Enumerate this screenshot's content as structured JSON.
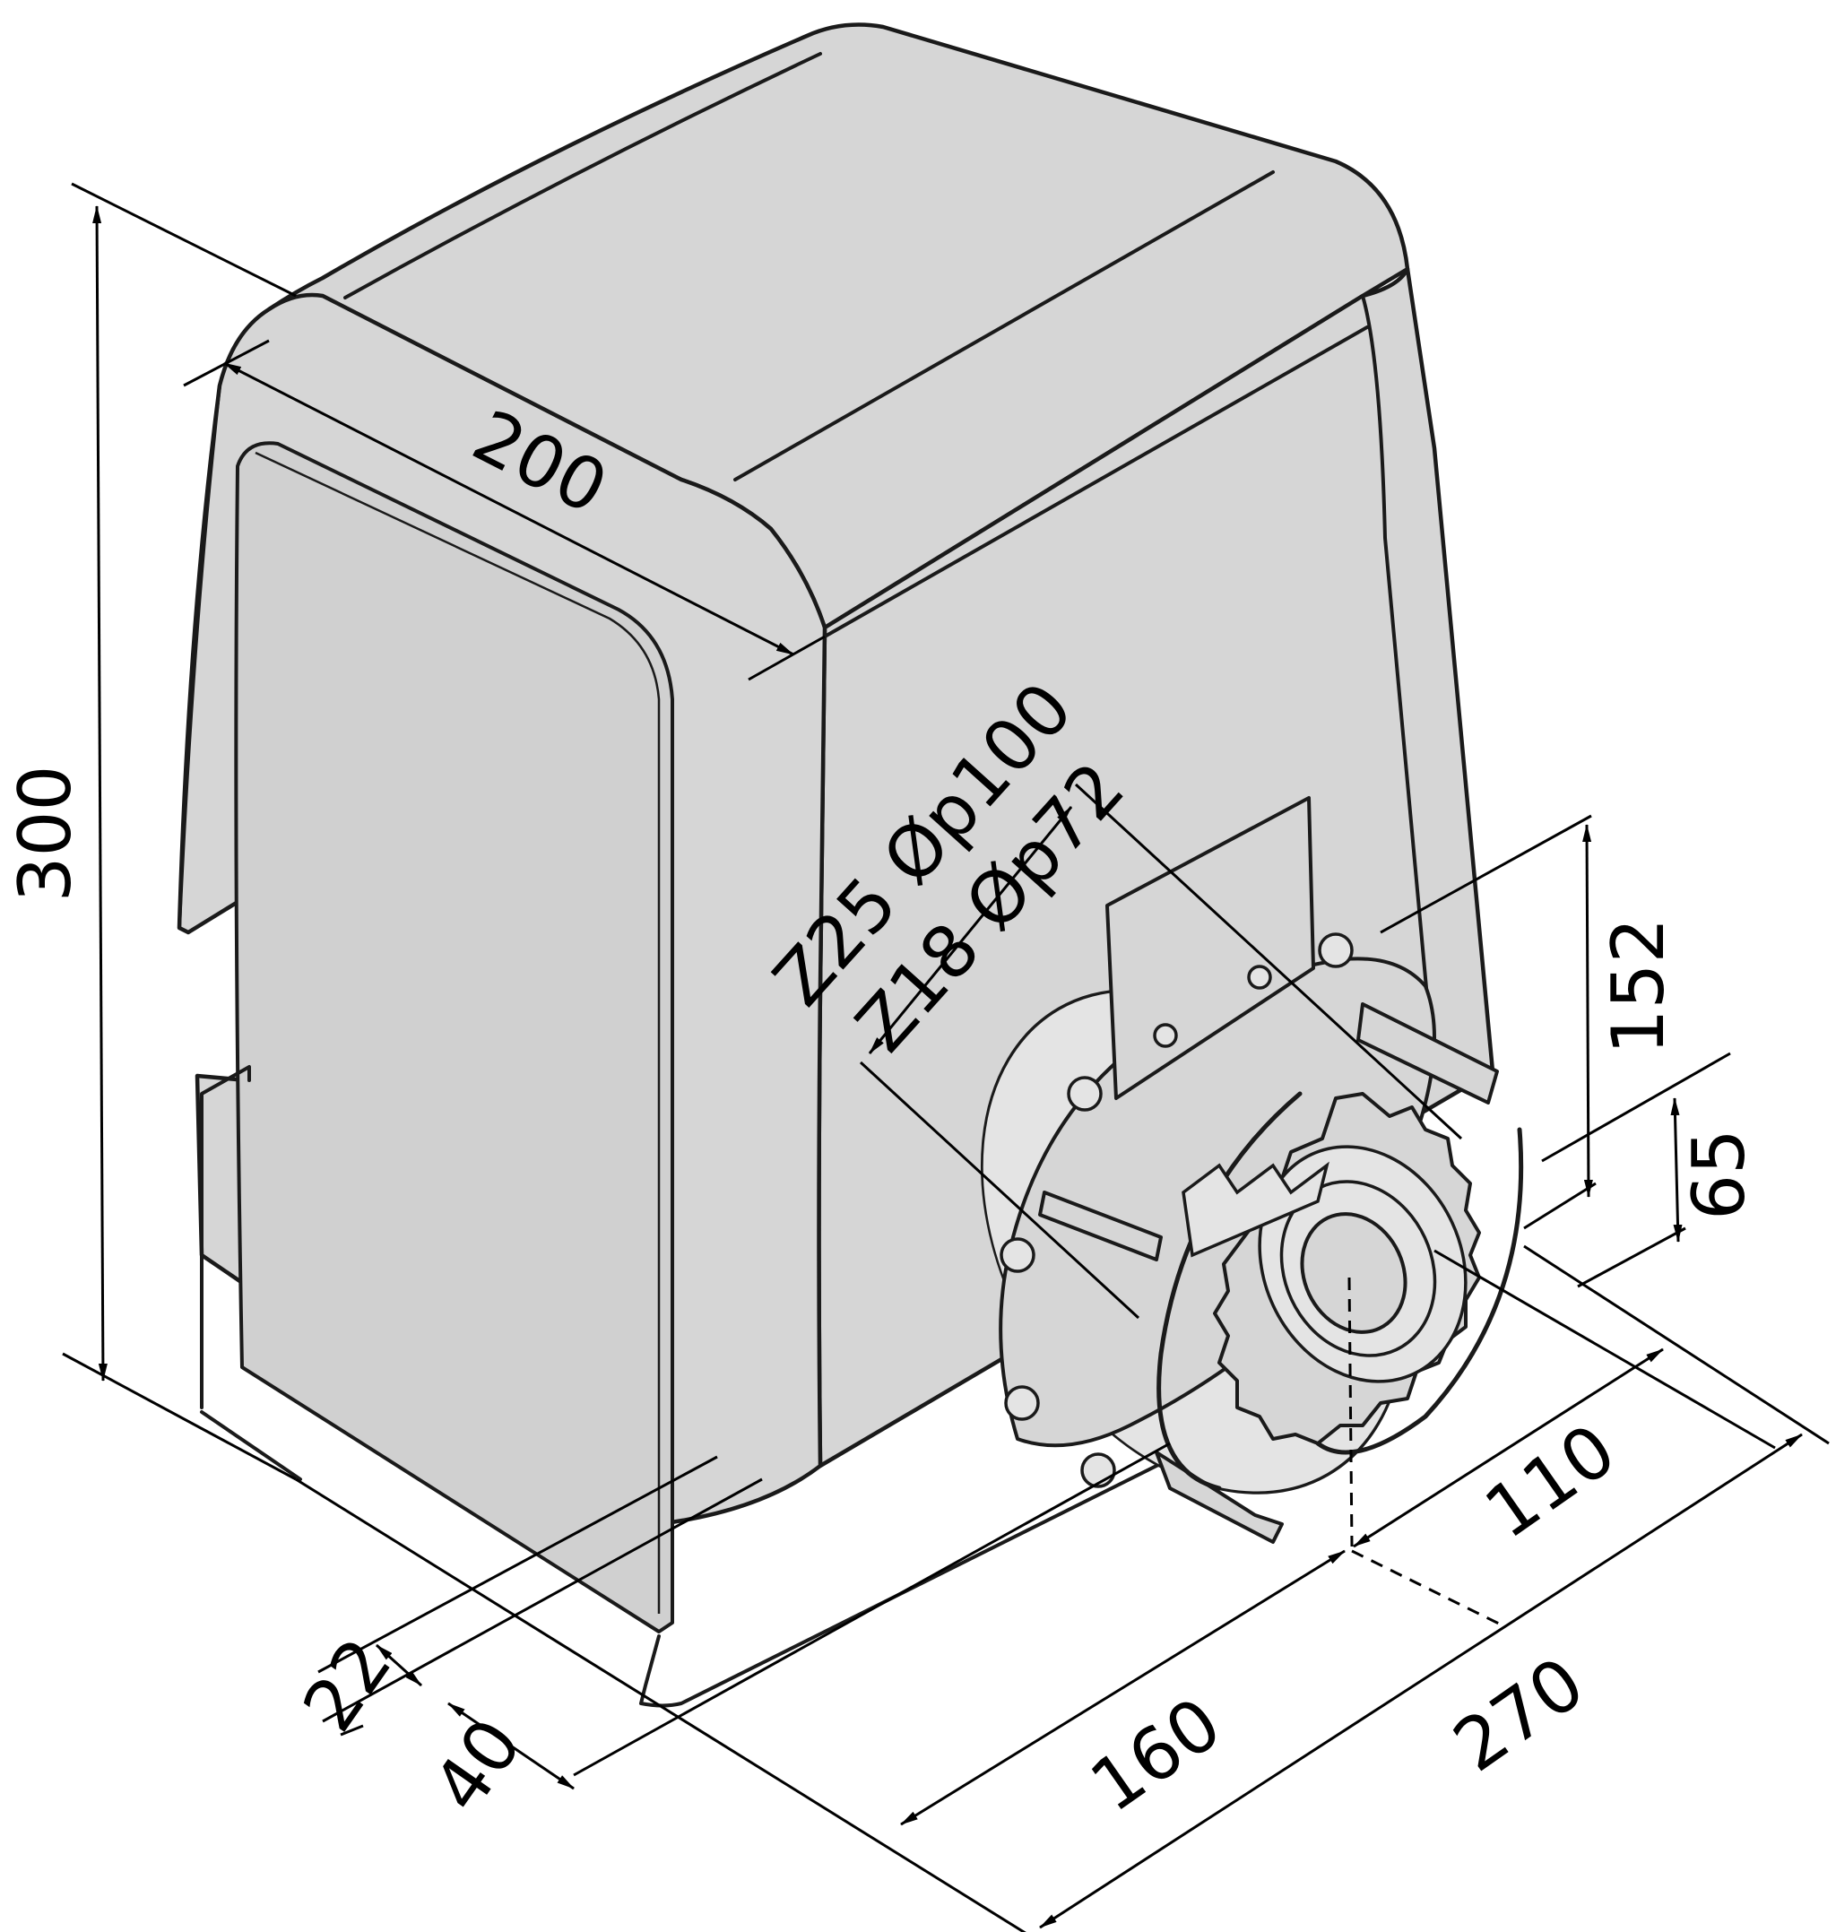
{
  "dimensions": {
    "height": "300",
    "top_width": "200",
    "gear_height": "152",
    "gear_offset": "65",
    "gear_depth": "110",
    "motor_depth": "160",
    "total_depth": "270",
    "front_offset": "22",
    "front_offset_b": "40"
  },
  "gear_specs": {
    "z25": "Z25 Øp100",
    "z18": "Z18 Øp72"
  },
  "colors": {
    "housing": "#d6d6d6",
    "line": "#1a1a1a",
    "background": "#ffffff"
  }
}
